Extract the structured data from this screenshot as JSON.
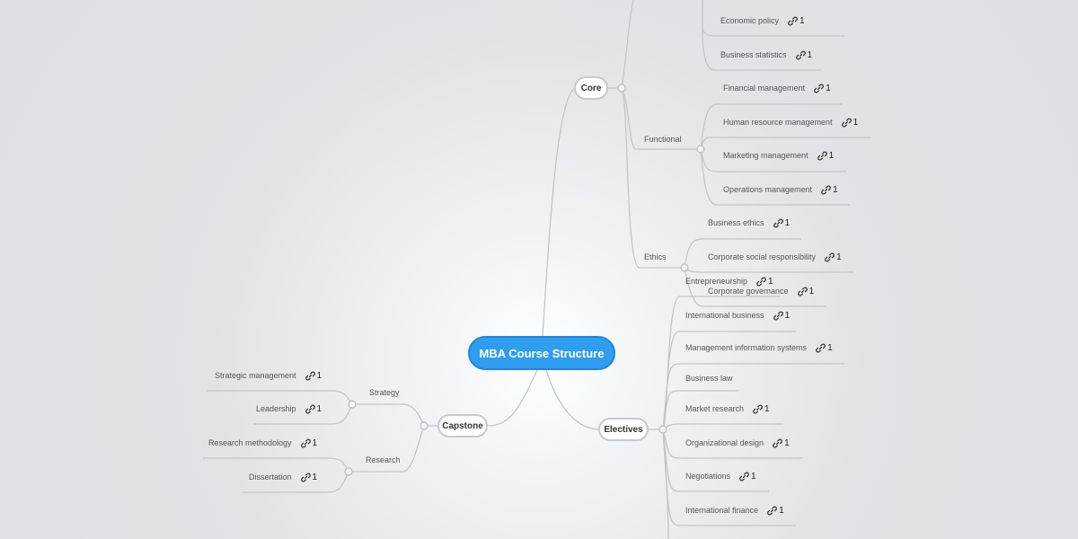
{
  "root": "MBA Course Structure",
  "branches": {
    "core": {
      "label": "Core",
      "foundation": {
        "items": [
          {
            "label": "Economic policy",
            "count": "1"
          },
          {
            "label": "Business statistics",
            "count": "1"
          }
        ]
      },
      "functional": {
        "label": "Functional",
        "items": [
          {
            "label": "Financial management",
            "count": "1"
          },
          {
            "label": "Human resource management",
            "count": "1"
          },
          {
            "label": "Marketing management",
            "count": "1"
          },
          {
            "label": "Operations management",
            "count": "1"
          }
        ]
      },
      "ethics": {
        "label": "Ethics",
        "items": [
          {
            "label": "Business ethics",
            "count": "1"
          },
          {
            "label": "Corporate social responsibility",
            "count": "1"
          },
          {
            "label": "Corporate governance",
            "count": "1"
          }
        ]
      }
    },
    "electives": {
      "label": "Electives",
      "items": [
        {
          "label": "Entrepreneurship",
          "count": "1"
        },
        {
          "label": "International business",
          "count": "1"
        },
        {
          "label": "Management information systems",
          "count": "1"
        },
        {
          "label": "Business law",
          "count": ""
        },
        {
          "label": "Market research",
          "count": "1"
        },
        {
          "label": "Organizational design",
          "count": "1"
        },
        {
          "label": "Negotiations",
          "count": "1"
        },
        {
          "label": "International finance",
          "count": "1"
        }
      ]
    },
    "capstone": {
      "label": "Capstone",
      "strategy": {
        "label": "Strategy",
        "items": [
          {
            "label": "Strategic management",
            "count": "1"
          },
          {
            "label": "Leadership",
            "count": "1"
          }
        ]
      },
      "research": {
        "label": "Research",
        "items": [
          {
            "label": "Research methodology",
            "count": "1"
          },
          {
            "label": "Dissertation",
            "count": "1"
          }
        ]
      }
    }
  },
  "colors": {
    "root_fill": "#2f9df0",
    "connector": "#c2c5ca",
    "node_border": "#c6c9ce"
  },
  "icons": {
    "link": "link-icon"
  }
}
